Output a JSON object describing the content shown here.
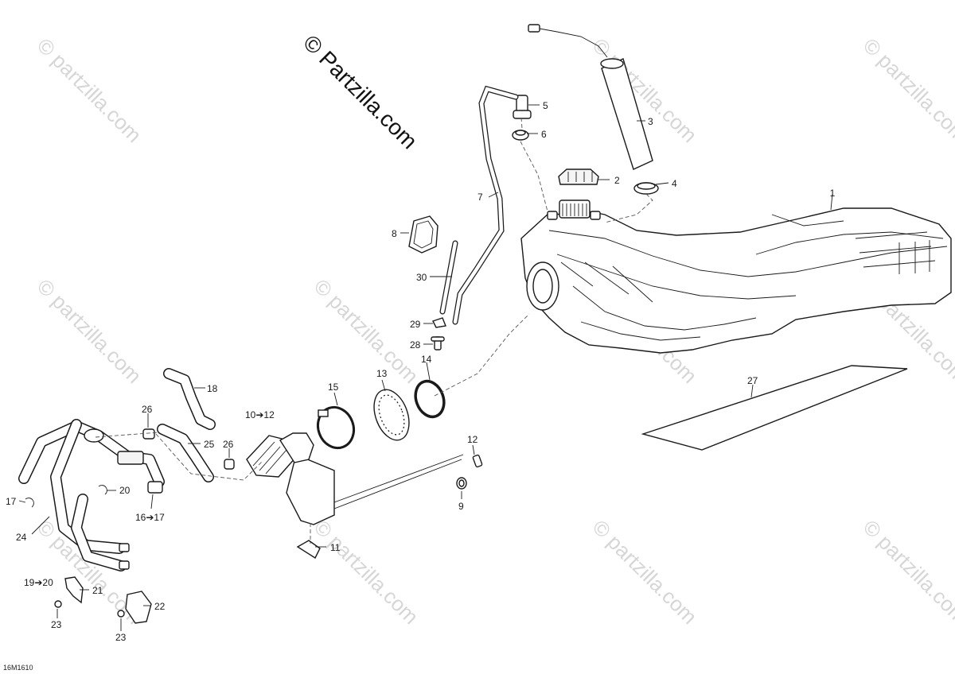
{
  "watermark": "© partzilla.com",
  "copyright": "© Partzilla.com",
  "drawing_code": "16M1610",
  "callouts": {
    "p1": "1",
    "p2": "2",
    "p3": "3",
    "p4": "4",
    "p5": "5",
    "p6": "6",
    "p7": "7",
    "p8": "8",
    "p9": "9",
    "p10": "10➔12",
    "p11": "11",
    "p12": "12",
    "p13": "13",
    "p14": "14",
    "p15": "15",
    "p16": "16➔17",
    "p17": "17",
    "p18": "18",
    "p19": "19➔20",
    "p20": "20",
    "p21": "21",
    "p22": "22",
    "p23a": "23",
    "p23b": "23",
    "p24": "24",
    "p25": "25",
    "p26a": "26",
    "p26b": "26",
    "p27": "27",
    "p28": "28",
    "p29": "29",
    "p30": "30"
  }
}
